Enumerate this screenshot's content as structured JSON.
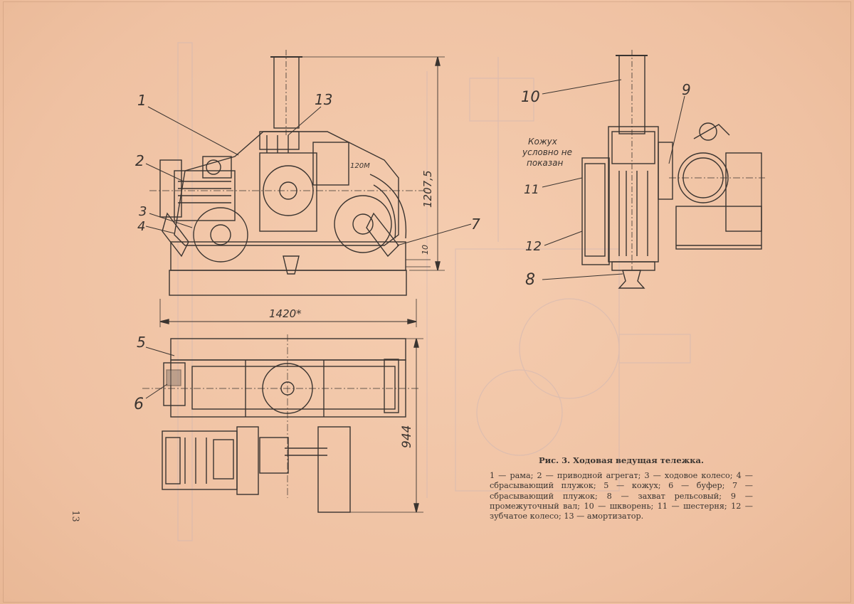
{
  "figure": {
    "caption_title": "Рис. 3. Ходовая ведущая тележка.",
    "caption_text": "1 — рама; 2 — приводной агрегат; 3 — ходовое колесо; 4 — сбрасывающий плужок; 5 — кожух; 6 — буфер; 7 — сбрасывающий плужок; 8 — захват рельсовый; 9 — промежуточный вал; 10 — шкворень; 11 — шестерня; 12 — зубчатое колесо; 13 — амортизатор.",
    "callouts": {
      "c1": "1",
      "c2": "2",
      "c3": "3",
      "c4": "4",
      "c5": "5",
      "c6": "6",
      "c7": "7",
      "c8": "8",
      "c9": "9",
      "c10": "10",
      "c11": "11",
      "c12": "12",
      "c13": "13"
    },
    "dimensions": {
      "height": "1207,5",
      "length": "1420*",
      "width": "944",
      "gap": "10",
      "weld": "120M"
    },
    "note": [
      "Кожух",
      "условно не",
      "показан"
    ]
  },
  "page_number": "13",
  "colors": {
    "paper": "#f2c5a6",
    "ink": "#3a3430",
    "ghost": "#d9c2b8"
  }
}
